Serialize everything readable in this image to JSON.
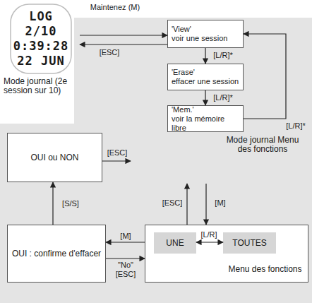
{
  "diagram": {
    "nodes": [
      {
        "text": [
          "LOG",
          "2/10",
          "0:39:28",
          "22 JUN",
          "Mode journal (2e session sur 10)"
        ]
      },
      {
        "text": [
          "Mode journal Menu des fonctions"
        ]
      },
      {
        "text": [
          "'View'",
          "voir une session"
        ],
        "in": 1
      },
      {
        "text": [
          "'Erase'",
          "effacer une session"
        ],
        "in": 1
      },
      {
        "text": [
          "'Mem.'",
          "voir la mémoire libre"
        ],
        "in": 1
      },
      {
        "text": [
          "OUI ou NON"
        ]
      },
      {
        "text": [
          "OUI : confirme d'effacer"
        ]
      },
      {
        "text": [
          "Menu des fonctions"
        ]
      },
      {
        "text": [
          "UNE"
        ],
        "in": 7
      },
      {
        "text": [
          "TOUTES"
        ],
        "in": 7
      }
    ],
    "edges": [
      {
        "from": 0,
        "to": 2,
        "label": "Maintenez (M)",
        "arrow": "to"
      },
      {
        "from": 2,
        "to": 0,
        "label": "[ESC]",
        "arrow": "to"
      },
      {
        "from": 2,
        "to": 3,
        "label": "[L/R]*",
        "arrow": "to"
      },
      {
        "from": 3,
        "to": 4,
        "label": "[L/R]*",
        "arrow": "to"
      },
      {
        "from": 4,
        "to": 2,
        "label": "[L/R]*",
        "arrow": "to"
      },
      {
        "from": 5,
        "to": 1,
        "label": "[ESC]",
        "arrow": "to"
      },
      {
        "from": 1,
        "to": 7,
        "label": "[M]",
        "arrow": "to"
      },
      {
        "from": 7,
        "to": 1,
        "label": "[ESC]",
        "arrow": "to"
      },
      {
        "from": 6,
        "to": 5,
        "label": "[S/S]",
        "arrow": "to"
      },
      {
        "from": 7,
        "to": 6,
        "label": "[M]",
        "arrow": "to"
      },
      {
        "from": 6,
        "to": 7,
        "label": "\"No\" [ESC]",
        "arrow": "to"
      },
      {
        "from": 8,
        "to": 9,
        "label": "[L/R]",
        "arrow": "both"
      }
    ]
  }
}
